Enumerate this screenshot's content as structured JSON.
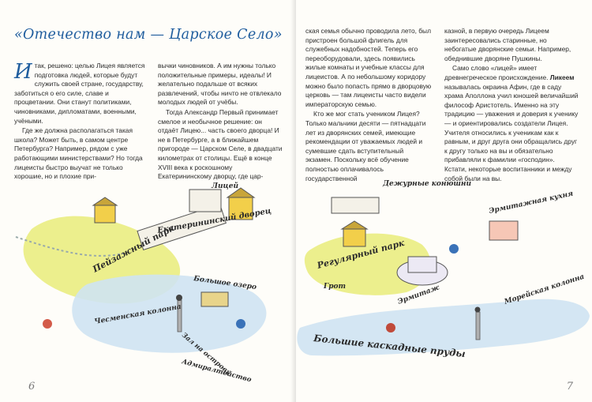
{
  "title": "«Отечество нам — Царское Село»",
  "left_page": {
    "col1": [
      "Итак, решено: целью Лицея является подготовка людей, которые будут служить своей стране, государству, заботиться о его силе, славе и процветании. Они станут политиками, чиновниками, дипломатами, военными, учёными.",
      "Где же должна располагаться такая школа? Может быть, в самом центре Петербурга? Например, рядом с уже работающими министерствами? Но тогда лицеисты быстро выучат не только хорошие, но и плохие при-"
    ],
    "col2": [
      "вычки чиновников. А им нужны только положительные примеры, идеалы! И желательно подальше от всяких развлечений, чтобы ничто не отвлекало молодых людей от учёбы.",
      "Тогда Александр Первый принимает смелое и необычное решение: он отдаёт Лицею... часть своего дворца! И не в Петербурге, а в ближайшем пригороде — Царском Селе, в двадцати километрах от столицы. Ещё в конце XVIII века к роскошному Екатерининскому дворцу, где цар-"
    ],
    "page_number": "6"
  },
  "right_page": {
    "col1": [
      "ская семья обычно проводила лето, был пристроен большой флигель для служебных надобностей. Теперь его переоборудовали, здесь появились жилые комнаты и учебные классы для лицеистов. А по небольшому коридору можно было попасть прямо в дворцовую церковь — там лицеисты часто видели императорскую семью.",
      "Кто же мог стать учеником Лицея? Только мальчики десяти — пятнадцати лет из дворянских семей, имеющие рекомендации от уважаемых людей и сумевшие сдать вступительный экзамен. Поскольку всё обучение полностью оплачивалось государственной"
    ],
    "col2": [
      "казной, в первую очередь Лицеем заинтересовались старинные, но небогатые дворянские семьи. Например, обеднившие дворяне Пушкины.",
      "Само слово «лицей» имеет древнегреческое происхождение.",
      "Ликеем",
      "называлась окраина Афин, где в саду храма Аполлона учил юношей величайший философ Аристотель. Именно на эту традицию — уважения и доверия к ученику — и ориентировались создатели Лицея. Учителя относились к ученикам как к равным, и друг друга они обращались друг к другу только на вы и обязательно прибавляли к фамилии «господин». Кстати, некоторые воспитанники и между собой были на вы."
    ],
    "page_number": "7"
  },
  "map_labels": {
    "lyceum": "Лицей",
    "catherine_palace": "Екатерининский дворец",
    "landscape_park": "Пейзажный парк",
    "chesme_column": "Чесменская колонна",
    "big_lake": "Большое озеро",
    "island_hall": "Зал на острову",
    "admiralty": "Адмиралтейство",
    "duty_stables": "Дежурные конюшни",
    "hermitage_kitchen": "Эрмитажная кухня",
    "regular_park": "Регулярный парк",
    "grotto": "Грот",
    "hermitage": "Эрмитаж",
    "morea_column": "Морейская колонна",
    "big_cascade_ponds": "Большие каскадные пруды"
  },
  "colors": {
    "title_blue": "#1f5d9e",
    "park_yellow": "#e9ec7a",
    "water_blue": "#cfe3f2",
    "building_yellow": "#f2cf4a"
  }
}
